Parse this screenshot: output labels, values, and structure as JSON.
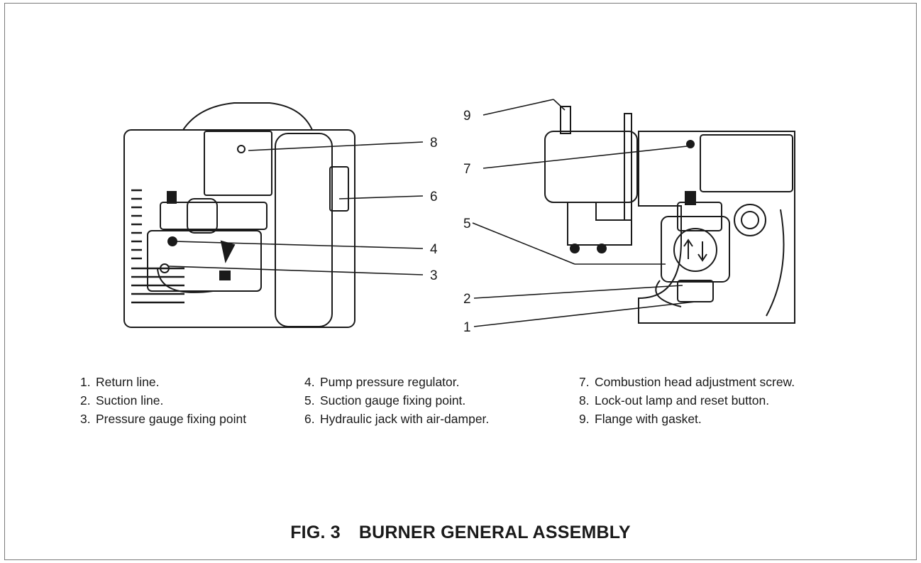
{
  "callouts": {
    "left": [
      "8",
      "6",
      "4",
      "3"
    ],
    "right": [
      "9",
      "7",
      "5",
      "2",
      "1"
    ]
  },
  "legend": [
    {
      "num": "1.",
      "text": "Return line."
    },
    {
      "num": "2.",
      "text": "Suction line."
    },
    {
      "num": "3.",
      "text": "Pressure gauge fixing point"
    },
    {
      "num": "4.",
      "text": "Pump pressure regulator."
    },
    {
      "num": "5.",
      "text": "Suction gauge fixing point."
    },
    {
      "num": "6.",
      "text": "Hydraulic jack with air-damper."
    },
    {
      "num": "7.",
      "text": "Combustion head adjustment screw."
    },
    {
      "num": "8.",
      "text": "Lock-out lamp and reset button."
    },
    {
      "num": "9.",
      "text": "Flange with gasket."
    }
  ],
  "caption": {
    "fig": "FIG. 3",
    "title": "BURNER GENERAL ASSEMBLY"
  }
}
